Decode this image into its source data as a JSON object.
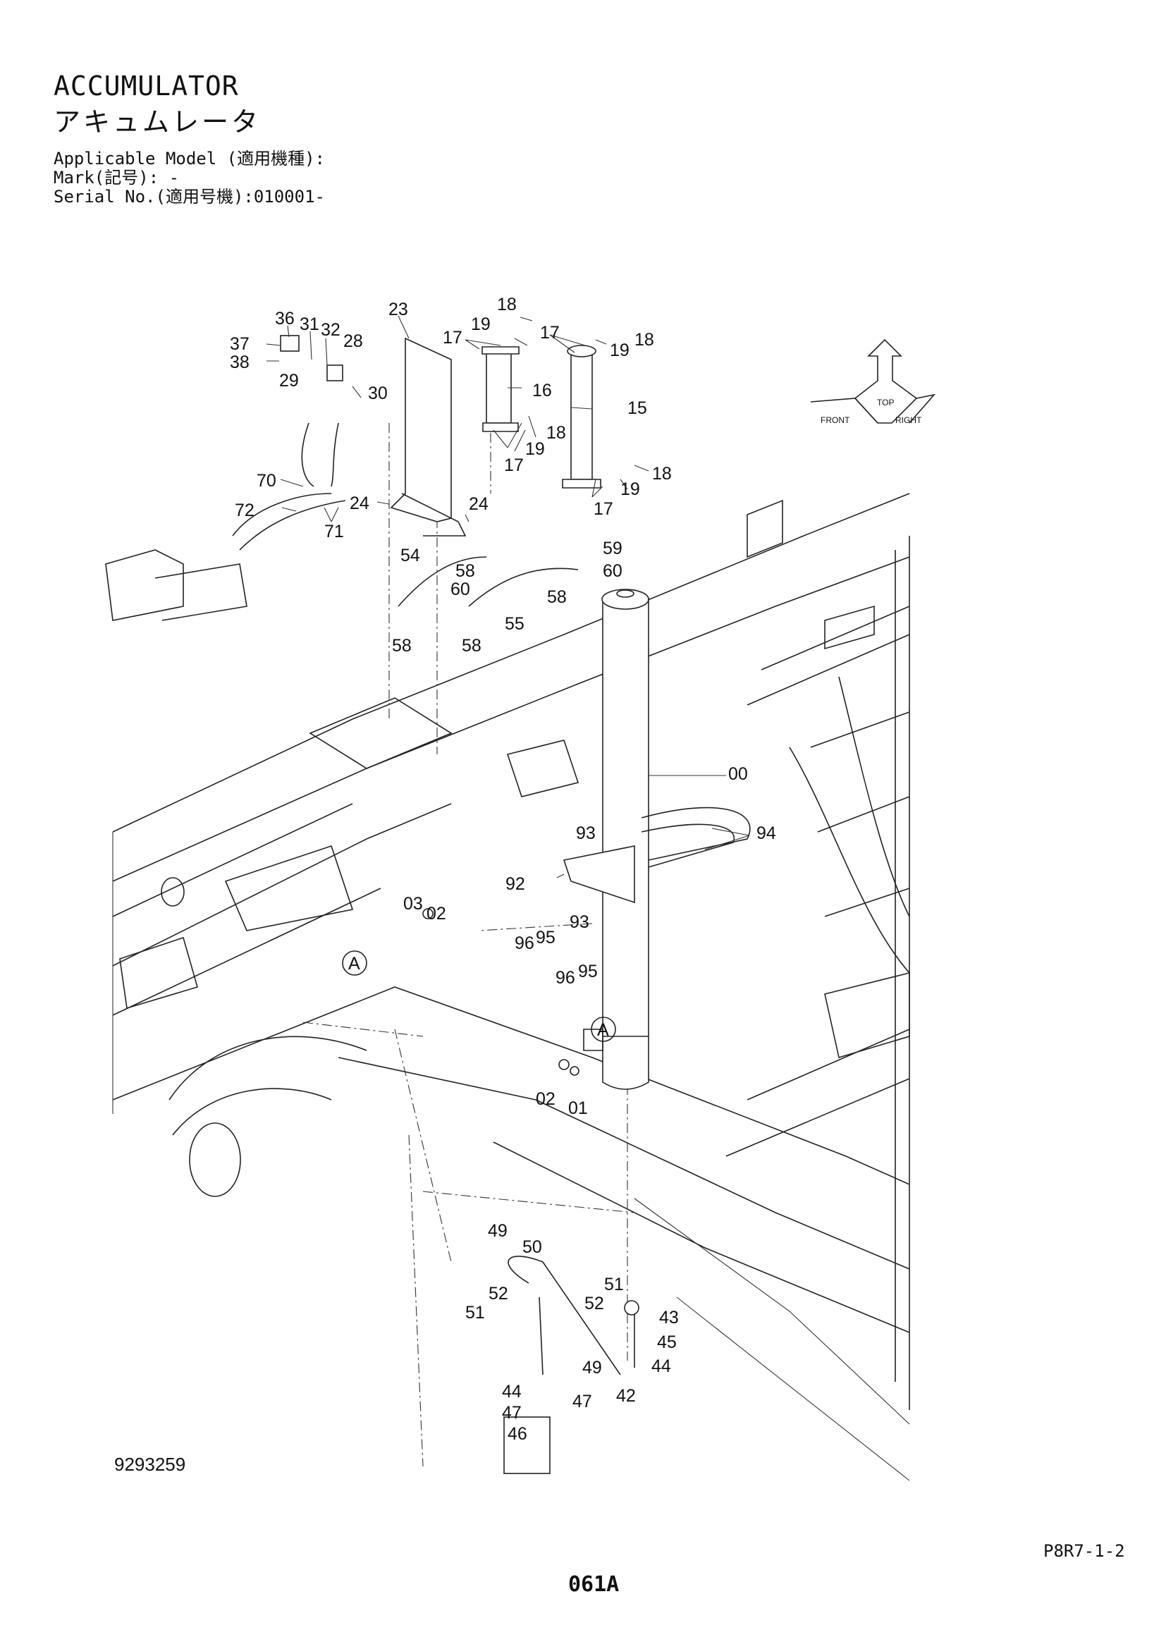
{
  "header": {
    "title_en": "ACCUMULATOR",
    "title_ja": "アキュムレータ",
    "applicable_model": "Applicable Model (適用機種):",
    "mark": "Mark(記号): -",
    "serial": "Serial No.(適用号機):010001-"
  },
  "footer": {
    "drawing_no": "9293259",
    "ref_code": "P8R7-1-2",
    "page": "061A"
  },
  "direction_sign": {
    "front": "FRONT",
    "right": "RIGHT",
    "top": "TOP"
  },
  "detail_marker": "A",
  "callouts": [
    "36",
    "31",
    "32",
    "28",
    "37",
    "38",
    "29",
    "30",
    "23",
    "18",
    "19",
    "17",
    "17",
    "19",
    "18",
    "16",
    "15",
    "18",
    "19",
    "17",
    "19",
    "18",
    "17",
    "70",
    "72",
    "71",
    "24",
    "24",
    "54",
    "58",
    "59",
    "60",
    "60",
    "58",
    "58",
    "58",
    "55",
    "00",
    "94",
    "93",
    "92",
    "93",
    "03",
    "02",
    "96",
    "95",
    "96",
    "95",
    "02",
    "01",
    "49",
    "50",
    "51",
    "52",
    "51",
    "52",
    "43",
    "45",
    "44",
    "49",
    "42",
    "44",
    "47",
    "47",
    "46"
  ]
}
